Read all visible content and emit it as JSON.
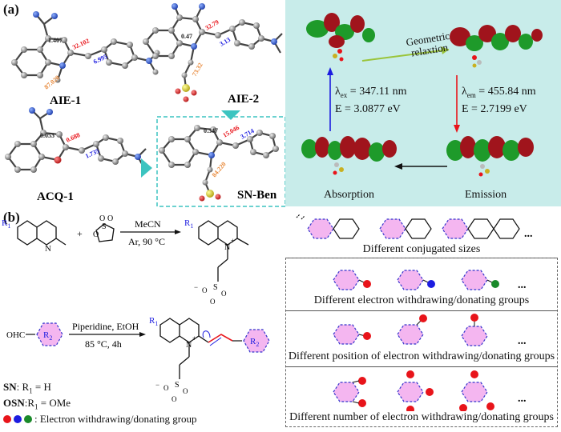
{
  "panel_a": {
    "letter": "(a)",
    "molecules": {
      "aie1": {
        "name": "AIE-1",
        "d1": "1.407",
        "d2": "32.102",
        "d3": "6.995",
        "d4": "87.020"
      },
      "aie2": {
        "name": "AIE-2",
        "d1": "0.47",
        "d2": "32.79",
        "d3": "3.13",
        "d4": "73.32"
      },
      "acq1": {
        "name": "ACQ-1",
        "d1": "0.053",
        "d2": "0.688",
        "d3": "1.735"
      },
      "snben": {
        "name": "SN-Ben",
        "d1": "0.347",
        "d2": "15.046",
        "d3": "3.714",
        "d4": "84.220"
      }
    },
    "orbital_panel": {
      "bg_color": "#c8ecea",
      "relaxation": "Geometric\nrelaxtion",
      "relax_line1": "Geometric",
      "relax_line2": "relaxtion",
      "lambda_ex": "λex = 347.11 nm",
      "lambda_ex_sym": "λ",
      "lambda_ex_sub": "ex",
      "lambda_ex_val": " = 347.11 nm",
      "energy_ex": "E = 3.0877 eV",
      "lambda_em_sym": "λ",
      "lambda_em_sub": "em",
      "lambda_em_val": " = 455.84 nm",
      "energy_em": "E = 2.7199 eV",
      "absorption": "Absorption",
      "emission": "Emission"
    }
  },
  "panel_b": {
    "letter": "(b)",
    "reaction1": {
      "reagent": "MeCN",
      "conditions": "Ar, 90 °C",
      "r1": "R",
      "r1_sub": "1"
    },
    "reaction2": {
      "aldehyde": "OHC",
      "r2": "R",
      "r2_sub": "2",
      "reagent": "Piperidine, EtOH",
      "conditions": "85 °C, 4h"
    },
    "legend": {
      "sn_name": "SN",
      "sn_def": ": R",
      "sn_sub": "1",
      "sn_val": " = H",
      "osn_name": "OSN",
      "osn_def": ":R",
      "osn_sub": "1",
      "osn_val": " = OMe",
      "dots_text": ": Electron withdrawing/donating group",
      "dot_colors": [
        "#e8141a",
        "#1c1ce0",
        "#1a8a2a"
      ]
    },
    "boxes": {
      "box1": "Different conjugated sizes",
      "box2": "Different electron withdrawing/donating groups",
      "box3": "Different position of electron withdrawing/donating groups",
      "box4": "Different number of electron withdrawing/donating groups",
      "ellipsis": "..."
    }
  },
  "colors": {
    "pink_ring": "#f4b6f0",
    "ring_dash": "#3333cc",
    "teal": "#3cc4c0",
    "orbital_red": "#a0141c",
    "orbital_green": "#1e9a2a"
  }
}
